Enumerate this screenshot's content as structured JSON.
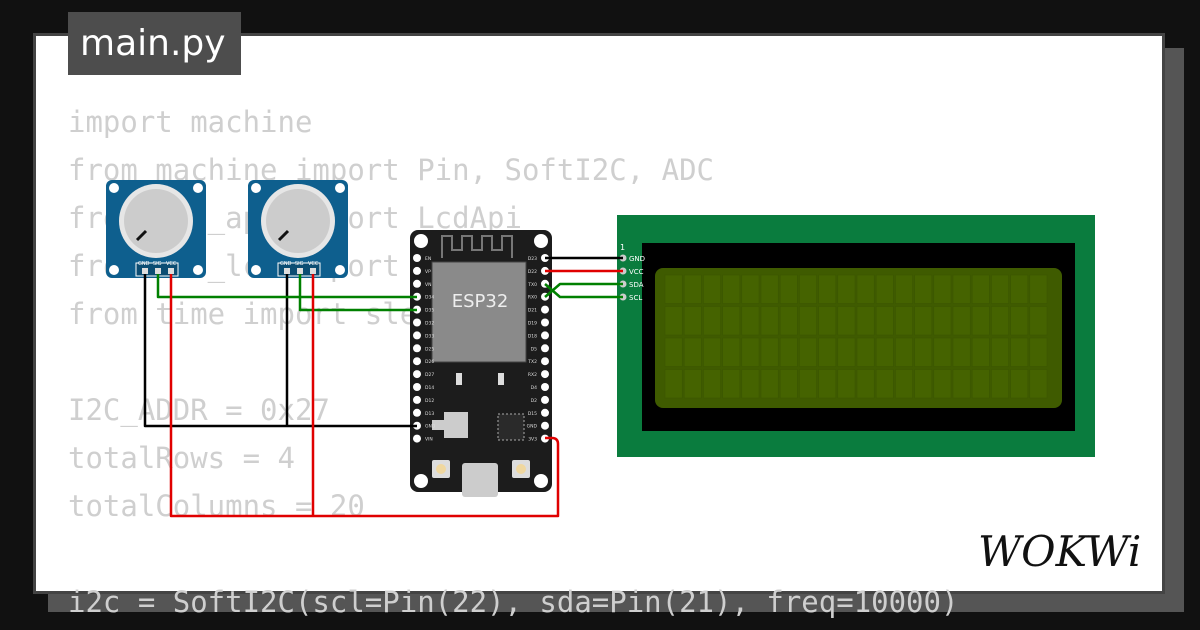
{
  "tab": {
    "filename": "main.py"
  },
  "code_lines": [
    "import machine",
    "from machine import Pin, SoftI2C, ADC",
    "from lcd_api import LcdApi",
    "from i2c_lcd import I2cLcd",
    "from time import sleep",
    "",
    "I2C_ADDR = 0x27",
    "totalRows = 4",
    "totalColumns = 20",
    "",
    "i2c = SoftI2C(scl=Pin(22), sda=Pin(21), freq=10000)"
  ],
  "esp32": {
    "chip_label": "ESP32",
    "left_pins": [
      "EN",
      "VP",
      "VN",
      "D34",
      "D35",
      "D32",
      "D33",
      "D25",
      "D26",
      "D27",
      "D14",
      "D12",
      "D13",
      "GND",
      "VIN"
    ],
    "right_pins": [
      "D23",
      "D22",
      "TX0",
      "RX0",
      "D21",
      "D19",
      "D18",
      "D5",
      "TX2",
      "RX2",
      "D4",
      "D2",
      "D15",
      "GND",
      "3V3"
    ]
  },
  "potentiometer": {
    "pins": [
      "GND",
      "SIG",
      "VCC"
    ]
  },
  "lcd": {
    "pin_number": "1",
    "pins": [
      "GND",
      "VCC",
      "SDA",
      "SCL"
    ]
  },
  "logo": {
    "text": "WOKWi"
  },
  "colors": {
    "background": "#111111",
    "card": "#ffffff",
    "tab": "#4d4d4d",
    "code_text": "#cfcfcf",
    "pot_board": "#0e5f8e",
    "esp32_board": "#1c1c1c",
    "lcd_pcb": "#0a7c3e",
    "lcd_screen": "#3f5b00",
    "wire_gnd": "#000000",
    "wire_vcc": "#e00000",
    "wire_signal": "#008000"
  }
}
